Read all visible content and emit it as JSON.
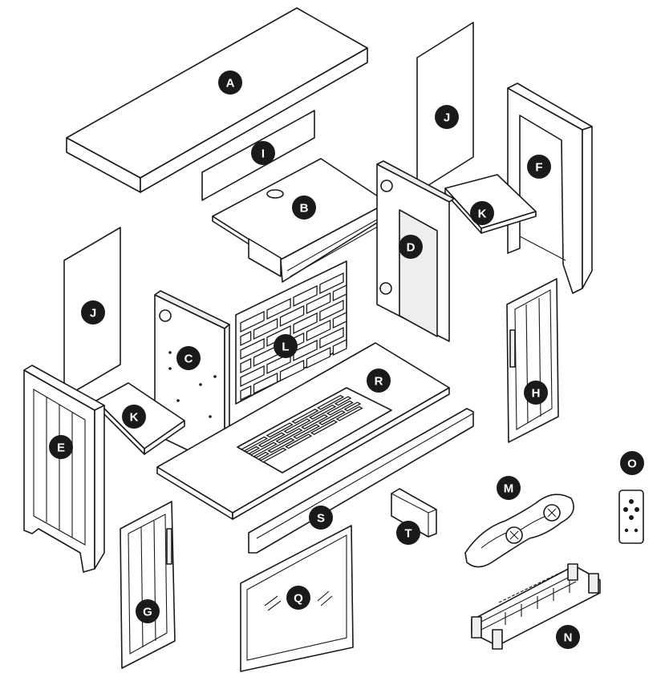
{
  "parts": {
    "A": "A",
    "B": "B",
    "C": "C",
    "D": "D",
    "E": "E",
    "F": "F",
    "G": "G",
    "H": "H",
    "I": "I",
    "J1": "J",
    "J2": "J",
    "K1": "K",
    "K2": "K",
    "L": "L",
    "M": "M",
    "N": "N",
    "O": "O",
    "Q": "Q",
    "R": "R",
    "S": "S",
    "T": "T"
  }
}
